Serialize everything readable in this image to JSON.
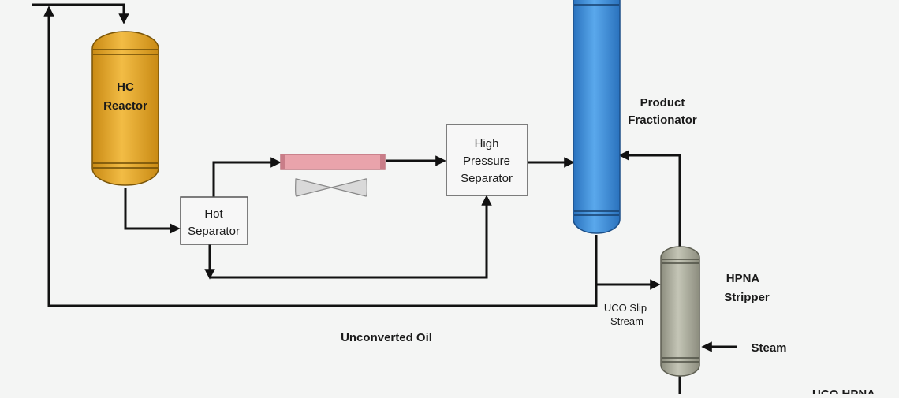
{
  "reactor": {
    "line1": "HC",
    "line2": "Reactor"
  },
  "hot_separator": {
    "line1": "Hot",
    "line2": "Separator"
  },
  "hp_separator": {
    "line1": "High",
    "line2": "Pressure",
    "line3": "Separator"
  },
  "fractionator": {
    "line1": "Product",
    "line2": "Fractionator"
  },
  "stripper": {
    "line1": "HPNA",
    "line2": "Stripper"
  },
  "slip_stream": {
    "line1": "UCO Slip",
    "line2": "Stream"
  },
  "unconverted_oil": "Unconverted Oil",
  "steam": "Steam",
  "cutoff_label": "UCO HPNA",
  "colors": {
    "reactor": "#e5a52a",
    "fractionator": "#3d8fd8",
    "stripper": "#a9aa9a",
    "cooler": "#e8a0a8",
    "fan": "#d6d6d6"
  }
}
